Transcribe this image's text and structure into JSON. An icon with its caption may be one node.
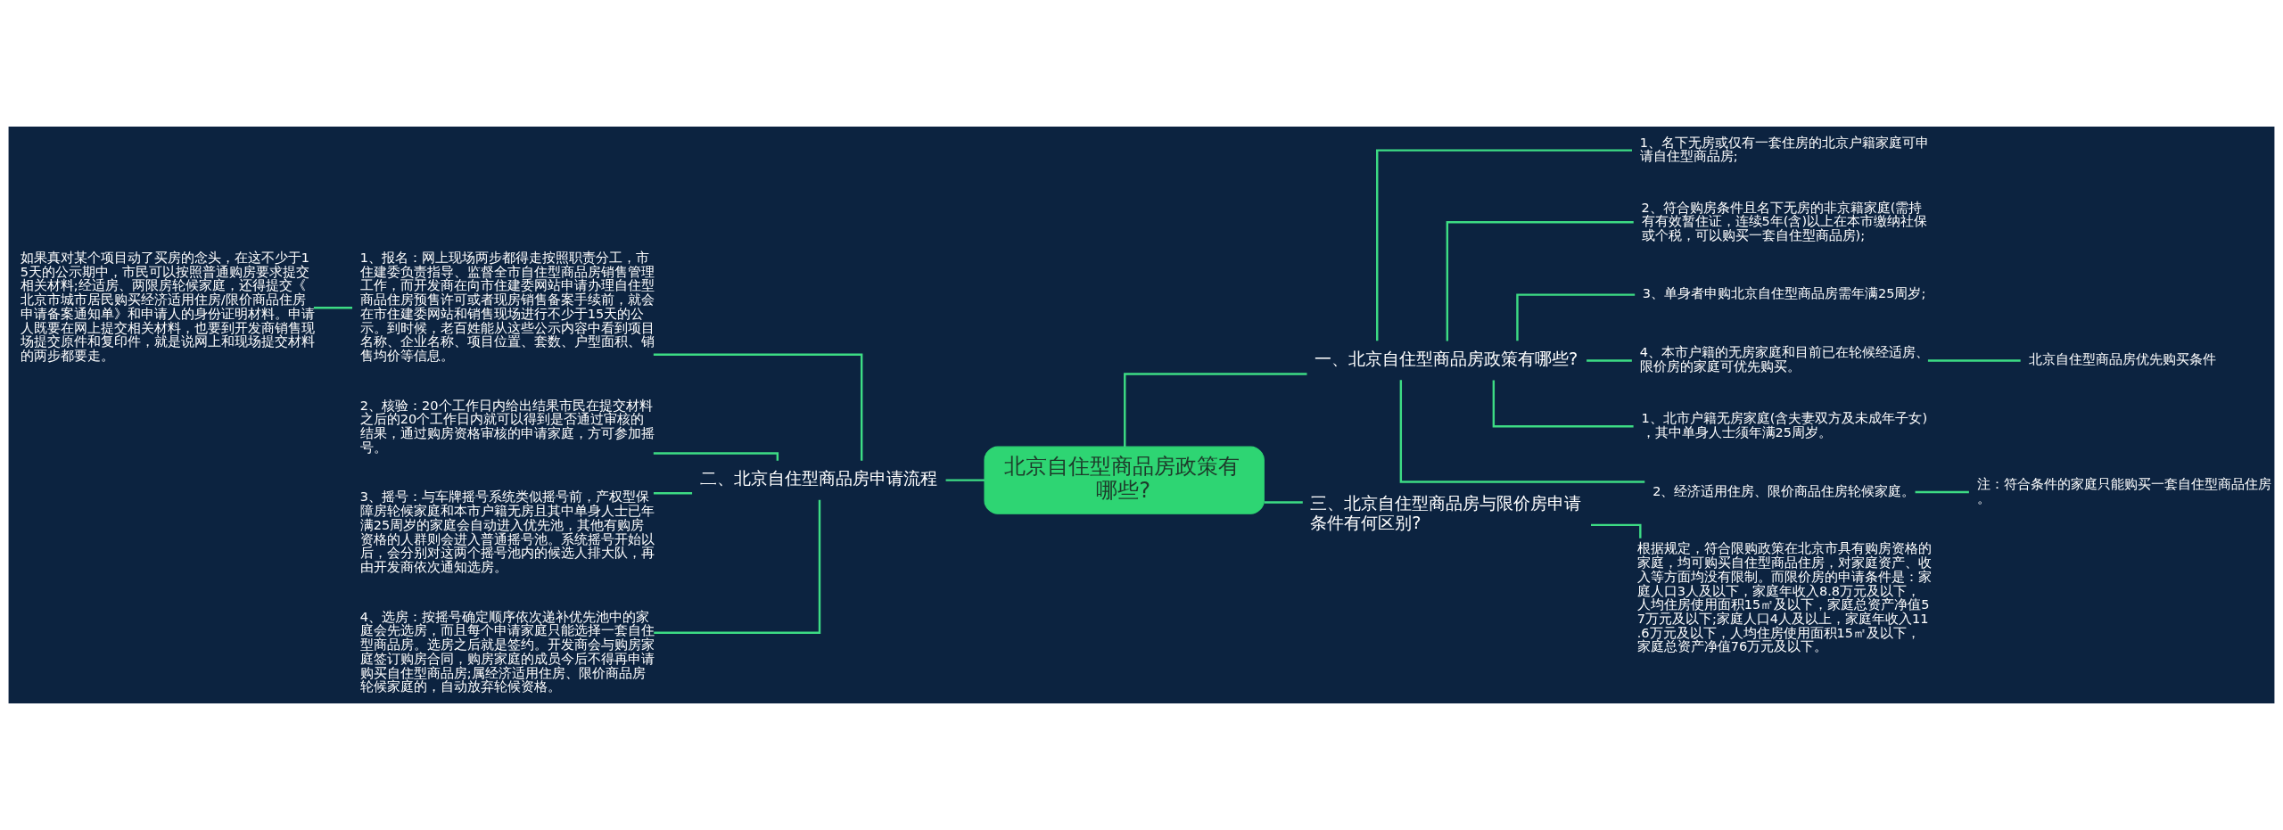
{
  "diagram": {
    "nodes": [
      {
        "text": [
          "北京自住型商品房政策有哪些?"
        ]
      },
      {
        "text": [
          "一、北京自住型商品房政策有哪些?"
        ]
      },
      {
        "text": [
          "1、名下无房或仅有一套住房的北京户籍家庭可申请自住型商品房;"
        ]
      },
      {
        "text": [
          "2、符合购房条件且名下无房的非京籍家庭(需持有有效暂住证，连续5年(含)以上在本市缴纳社保或个税，可以购买一套自住型商品房);"
        ]
      },
      {
        "text": [
          "3、单身者申购北京自住型商品房需年满25周岁;"
        ]
      },
      {
        "text": [
          "4、本市户籍的无房家庭和目前已在轮候经适房、限价房的家庭可优先购买。"
        ]
      },
      {
        "text": [
          "北京自住型商品房优先购买条件"
        ]
      },
      {
        "text": [
          "1、北市户籍无房家庭(含夫妻双方及未成年子女)，其中单身人士须年满25周岁。"
        ]
      },
      {
        "text": [
          "2、经济适用住房、限价商品住房轮候家庭。"
        ]
      },
      {
        "text": [
          "注：符合条件的家庭只能购买一套自住型商品住房。"
        ]
      },
      {
        "text": [
          "二、北京自住型商品房申请流程"
        ]
      },
      {
        "text": [
          "1、报名：网上现场两步都得走按照职责分工，市住建委负责指导、监督全市自住型商品房销售管理工作，而开发商在向市住建委网站申请办理自住型商品住房预售许可或者现房销售备案手续前，就会在市住建委网站和销售现场进行不少于15天的公示。到时候，老百姓能从这些公示内容中看到项目名称、企业名称、项目位置、套数、户型面积、销售均价等信息。"
        ]
      },
      {
        "text": [
          "如果真对某个项目动了买房的念头，在这不少于15天的公示期中，市民可以按照普通购房要求提交相关材料;经适房、两限房轮候家庭，还得提交《北京市城市居民购买经济适用住房/限价商品住房申请备案通知单》和申请人的身份证明材料。申请人既要在网上提交相关材料，也要到开发商销售现场提交原件和复印件，就是说网上和现场提交材料的两步都要走。"
        ]
      },
      {
        "text": [
          "2、核验：20个工作日内给出结果市民在提交材料之后的20个工作日内就可以得到是否通过审核的结果，通过购房资格审核的申请家庭，方可参加摇号。"
        ]
      },
      {
        "text": [
          "3、摇号：与车牌摇号系统类似摇号前，产权型保障房轮候家庭和本市户籍无房且其中单身人士已年满25周岁的家庭会自动进入优先池，其他有购房资格的人群则会进入普通摇号池。系统摇号开始以后，会分别对这两个摇号池内的候选人排大队，再由开发商依次通知选房。"
        ]
      },
      {
        "text": [
          "4、选房：按摇号确定顺序依次递补优先池中的家庭会先选房，而且每个申请家庭只能选择一套自住型商品房。选房之后就是签约。开发商会与购房家庭签订购房合同，购房家庭的成员今后不得再申请购买自住型商品房;属经济适用住房、限价商品房轮候家庭的，自动放弃轮候资格。"
        ]
      },
      {
        "text": [
          "三、北京自住型商品房与限价房申请条件有何区别?"
        ]
      },
      {
        "text": [
          "根据规定，符合限购政策在北京市具有购房资格的家庭，均可购买自住型商品住房，对家庭资产、收入等方面均没有限制。而限价房的申请条件是：家庭人口3人及以下，家庭年收入8.8万元及以下，人均住房使用面积15㎡及以下，家庭总资产净值57万元及以下;家庭人口4人及以上，家庭年收入11.6万元及以下，人均住房使用面积15㎡及以下，家庭总资产净值76万元及以下。"
        ]
      }
    ],
    "edges": [
      {
        "from": 0,
        "to": 1,
        "arrow": "none"
      },
      {
        "from": 1,
        "to": 2,
        "arrow": "none"
      },
      {
        "from": 1,
        "to": 3,
        "arrow": "none"
      },
      {
        "from": 1,
        "to": 4,
        "arrow": "none"
      },
      {
        "from": 1,
        "to": 5,
        "arrow": "none"
      },
      {
        "from": 5,
        "to": 6,
        "arrow": "none"
      },
      {
        "from": 1,
        "to": 7,
        "arrow": "none"
      },
      {
        "from": 1,
        "to": 8,
        "arrow": "none"
      },
      {
        "from": 8,
        "to": 9,
        "arrow": "none"
      },
      {
        "from": 0,
        "to": 10,
        "arrow": "none"
      },
      {
        "from": 10,
        "to": 11,
        "arrow": "none"
      },
      {
        "from": 11,
        "to": 12,
        "arrow": "none"
      },
      {
        "from": 10,
        "to": 13,
        "arrow": "none"
      },
      {
        "from": 10,
        "to": 14,
        "arrow": "none"
      },
      {
        "from": 10,
        "to": 15,
        "arrow": "none"
      },
      {
        "from": 0,
        "to": 16,
        "arrow": "none"
      },
      {
        "from": 16,
        "to": 17,
        "arrow": "none"
      }
    ]
  }
}
